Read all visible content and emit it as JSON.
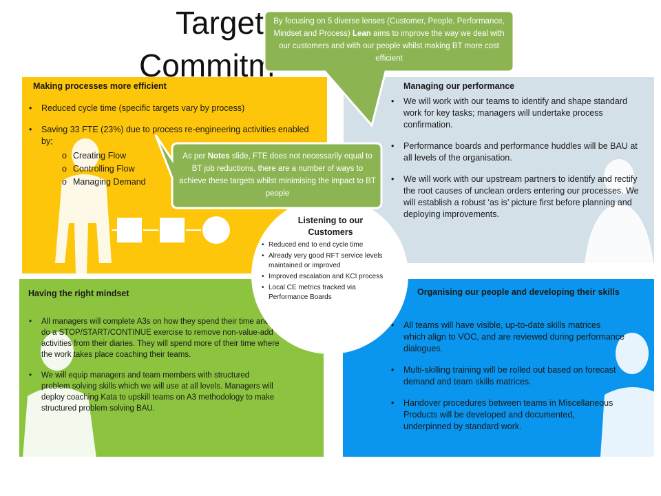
{
  "title": {
    "line1": "Target",
    "line2": "Commitm"
  },
  "quadrants": {
    "top_left": {
      "title": "Making processes more efficient",
      "bullets": [
        "Reduced cycle time (specific targets vary by process)",
        "Saving 33 FTE (23%) due to process re-engineering activities enabled by;"
      ],
      "sub_bullets": [
        "Creating Flow",
        "Controlling Flow",
        "Managing Demand"
      ]
    },
    "top_right": {
      "title": "Managing our performance",
      "bullets": [
        "We will work with our teams to identify and shape standard work for key tasks; managers will undertake process confirmation.",
        "Performance boards and performance huddles will be BAU at all levels of the organisation.",
        "We will work with our upstream partners to identify and rectify the root causes of unclean orders entering our processes. We will establish a robust ‘as is’ picture first before planning and deploying improvements."
      ]
    },
    "bottom_left": {
      "title": "Having the right mindset",
      "bullets": [
        "All managers will complete A3s on how they spend their time and do a STOP/START/CONTINUE exercise to remove non-value-add activities from their diaries. They will spend more of their time where the work takes place coaching their teams.",
        "We will equip managers and team members with structured problem solving skills which we will use at all levels.  Managers will deploy coaching Kata to upskill teams on A3 methodology to make structured problem solving BAU."
      ]
    },
    "bottom_right": {
      "title": "Organising our people and developing their skills",
      "bullets": [
        "All teams will have visible, up-to-date skills matrices which align to VOC, and are reviewed during performance dialogues.",
        "Multi-skilling training will be rolled out based on forecast demand and team skills matrices.",
        "Handover procedures between teams in Miscellaneous Products will be developed and documented, underpinned by standard work."
      ]
    }
  },
  "center": {
    "title_line1": "Listening to our",
    "title_line2": "Customers",
    "bullets": [
      "Reduced end to end cycle time",
      "Already very good RFT service levels maintained  or improved",
      "Improved escalation and KCI process",
      "Local  CE metrics tracked via Performance Boards"
    ]
  },
  "callouts": {
    "top": {
      "before": "By focusing on 5 diverse lenses (Customer, People, Performance, Mindset and Process) ",
      "bold": "Lean",
      "after": " aims to improve the way we deal with our customers and with our people whilst making BT more cost efficient"
    },
    "middle": {
      "before": "As per ",
      "bold": "Notes",
      "after": " slide, FTE does not necessarily equal to BT job reductions, there are a number of ways to achieve these targets whilst minimising the impact to BT people"
    }
  },
  "colors": {
    "top_left": "#fdc60a",
    "top_right": "#d4e0e8",
    "bottom_left": "#8cc43f",
    "bottom_right": "#0a96ee",
    "callout": "#8cb452"
  }
}
